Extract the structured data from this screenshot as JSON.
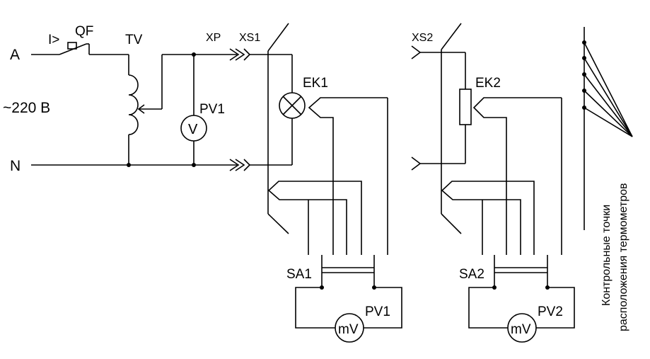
{
  "labels": {
    "phase": "A",
    "neutral": "N",
    "voltage": "~220 В",
    "overcurrent": "I>",
    "breaker": "QF",
    "transformer": "TV",
    "plug": "XP",
    "socket1": "XS1",
    "socket2": "XS2",
    "lamp": "EK1",
    "resistor": "EK2",
    "voltmeter": "PV1",
    "voltmeter_symbol": "V",
    "switch1": "SA1",
    "switch2": "SA2",
    "millivoltmeter1": "PV1",
    "millivoltmeter2": "PV2",
    "millivolt_symbol": "mV",
    "caption_line1": "Контрольные точки",
    "caption_line2": "расположения термометров"
  }
}
